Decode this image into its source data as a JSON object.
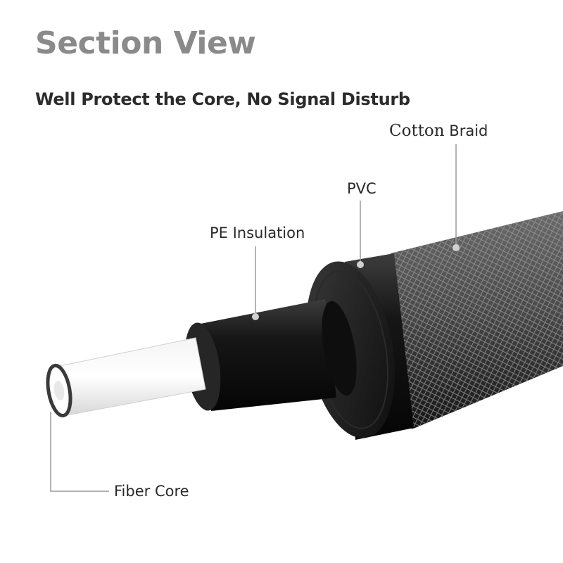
{
  "header": {
    "title": "Section View",
    "subtitle": "Well Protect the Core, No Signal Disturb"
  },
  "labels": {
    "cotton_braid_first": "Cotton",
    "cotton_braid_second": "Braid",
    "pvc": "PVC",
    "pe_insulation": "PE Insulation",
    "fiber_core": "Fiber Core"
  }
}
